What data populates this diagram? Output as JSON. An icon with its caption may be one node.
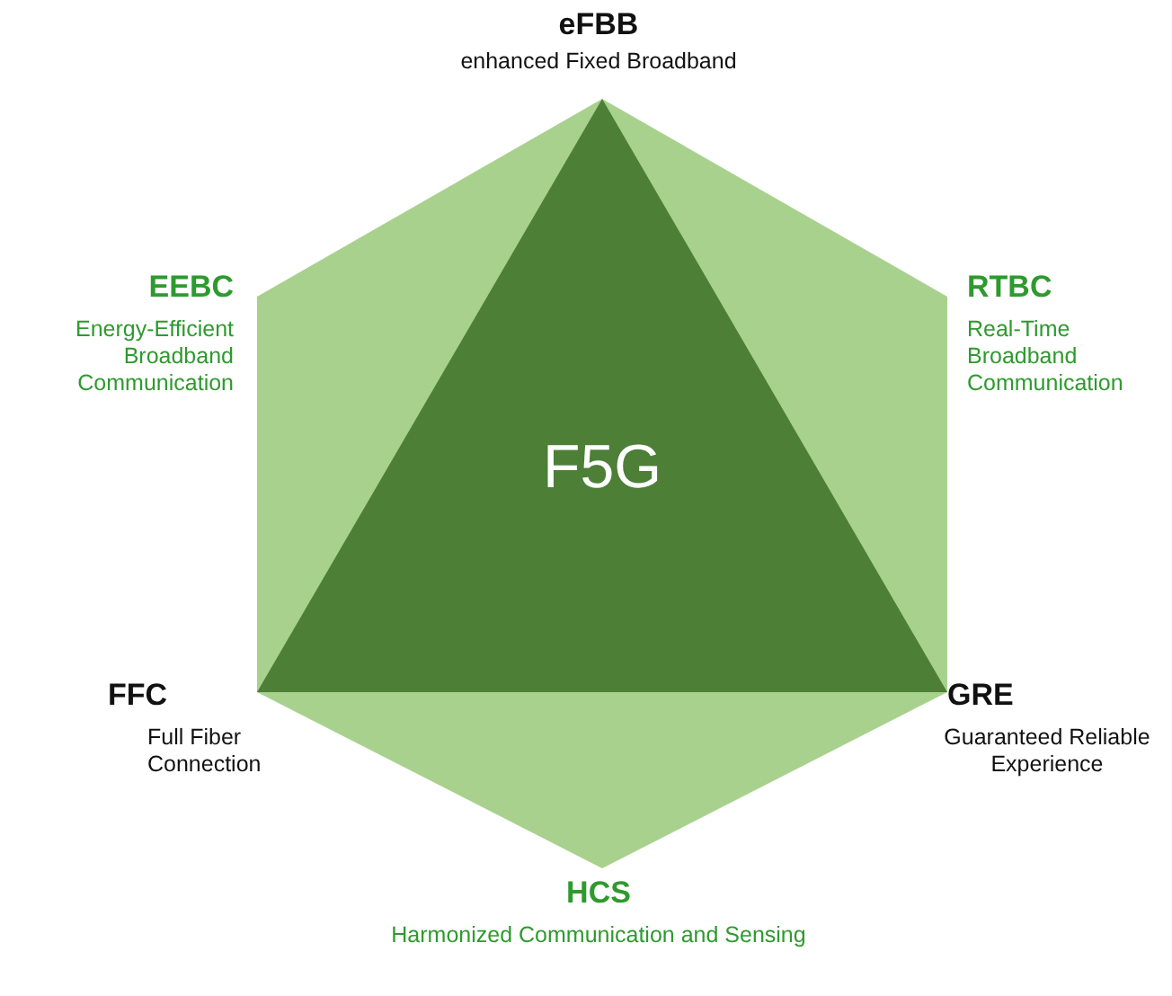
{
  "diagram": {
    "nodes": [
      {
        "text": [],
        "shape": "hexagon"
      },
      {
        "text": [
          "F5G"
        ],
        "in": 0
      }
    ],
    "edges": [],
    "labels": [
      "eFBB",
      "enhanced Fixed Broadband",
      "EEBC",
      "Energy-Efficient Broadband Communication",
      "RTBC",
      "Real-Time Broadband Communication",
      "FFC",
      "Full Fiber Connection",
      "GRE",
      "Guaranteed Reliable Experience",
      "HCS",
      "Harmonized Communication and Sensing"
    ]
  }
}
